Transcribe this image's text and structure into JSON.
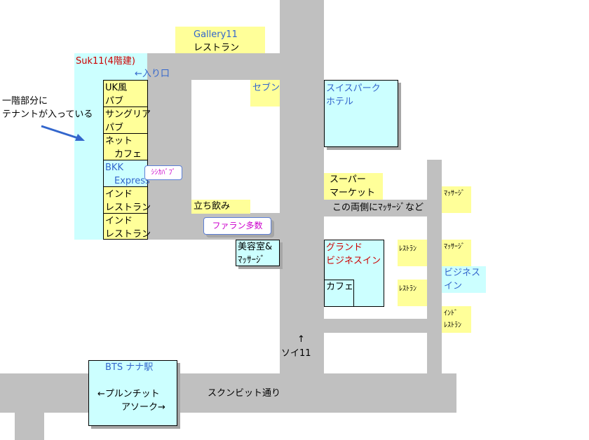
{
  "places": {
    "gallery11": {
      "line1": "Gallery11",
      "line2": "レストラン"
    },
    "suk11": {
      "title": "Suk11(4階建)",
      "entrance": "←入り口"
    },
    "note": {
      "line1": "一階部分に",
      "line2": "テナントが入っている"
    },
    "tenants": [
      {
        "line1": "UK風",
        "line2": "パブ"
      },
      {
        "line1": "サングリア",
        "line2": "パブ"
      },
      {
        "line1": "ネット",
        "line2": "　カフェ"
      },
      {
        "line1": "BKK",
        "line2": "　Express"
      },
      {
        "line1": "インド",
        "line2": "レストラン"
      },
      {
        "line1": "インド",
        "line2": "レストラン"
      }
    ],
    "shisha": "ｼｼｶﾊﾞﾌﾞ",
    "seven": "セブン",
    "swiss": {
      "line1": "スイスパーク",
      "line2": "ホテル"
    },
    "tachinomi": "立ち飲み",
    "farang": "ファラン多数",
    "beauty": {
      "line1": "美容室&",
      "line2": "ﾏｯｻｰｼﾞ"
    },
    "super": {
      "line1": "スーパー",
      "line2": "マーケット"
    },
    "both_sides": "この両側にﾏｯｻｰｼﾞなど",
    "grand": {
      "line1": "グランド",
      "line2": "ビジネスイン"
    },
    "cafe": "カフェ",
    "restaurant1": "ﾚｽﾄﾗﾝ",
    "restaurant2": "ﾚｽﾄﾗﾝ",
    "massage1": "ﾏｯｻｰｼﾞ",
    "massage2": "ﾏｯｻｰｼﾞ",
    "business_inn": {
      "line1": "ビジネス",
      "line2": "イン"
    },
    "indian": {
      "line1": "ｲﾝﾄﾞ",
      "line2": "ﾚｽﾄﾗﾝ"
    },
    "soi11": {
      "arrow": "↑",
      "label": "ソイ11"
    },
    "bts": {
      "title": "BTS ナナ駅",
      "left": "←プルンチット",
      "right": "アソーク→"
    },
    "sukhumvit": "スクンビット通り"
  },
  "colors": {
    "road": "#c0c0c0",
    "yellow": "#ffff99",
    "cyan": "#ccffff",
    "blue_text": "#3366cc",
    "red_text": "#cc0000",
    "pink_text": "#cc00cc"
  }
}
